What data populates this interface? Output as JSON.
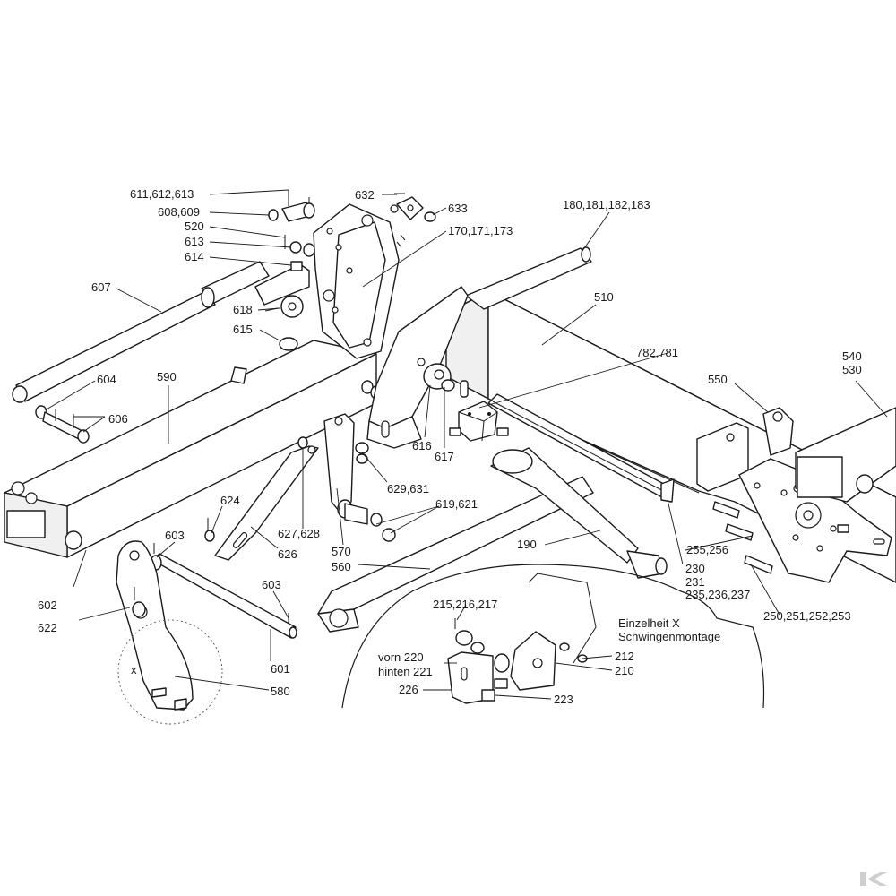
{
  "callouts": {
    "c611": "611,612,613",
    "c608": "608,609",
    "c520": "520",
    "c613": "613",
    "c614": "614",
    "c607": "607",
    "c618": "618",
    "c615": "615",
    "c604": "604",
    "c590": "590",
    "c606": "606",
    "c632": "632",
    "c633": "633",
    "c170": "170,171,173",
    "c180": "180,181,182,183",
    "c510": "510",
    "c782": "782,781",
    "c550": "550",
    "c540": "540",
    "c530": "530",
    "c616": "616",
    "c617": "617",
    "c629": "629,631",
    "c619": "619,621",
    "c624": "624",
    "c627": "627,628",
    "c626": "626",
    "c570": "570",
    "c560": "560",
    "c190": "190",
    "c230": "230",
    "c231": "231",
    "c235": "235,236,237",
    "c255": "255,256",
    "c250": "250,251,252,253",
    "c603a": "603",
    "c603b": "603",
    "c602": "602",
    "c622": "622",
    "c601": "601",
    "c580": "580",
    "cx": "x",
    "c215": "215,216,217",
    "c220": "vorn 220",
    "c221": "hinten 221",
    "c226": "226",
    "c212": "212",
    "c210": "210",
    "c223": "223"
  },
  "detail": {
    "title": "Einzelheit X",
    "subtitle": "Schwingenmontage"
  },
  "colors": {
    "line": "#1a1a1a",
    "background": "#ffffff",
    "logo": "#cfcfcf"
  },
  "icons": {
    "corner_logo": "brand-logo-icon"
  }
}
